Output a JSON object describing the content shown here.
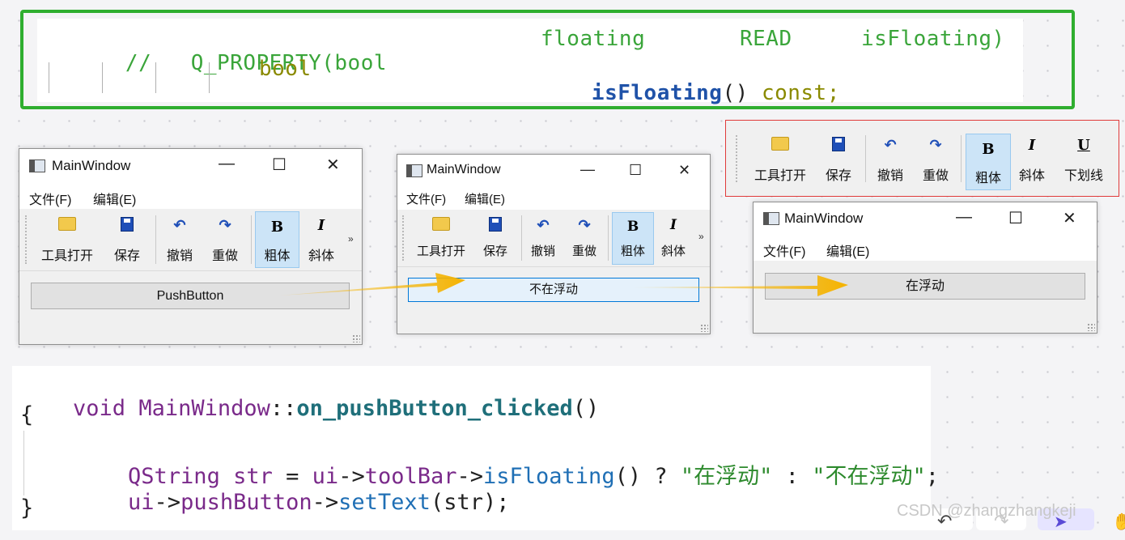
{
  "code_top": {
    "line1_comment": "//",
    "line1_macro": "Q_PROPERTY(bool",
    "line1_name": "floating",
    "line1_read": "READ",
    "line1_getter": "isFloating)",
    "line2_type": "bool",
    "line2_fn": "isFloating",
    "line2_parens": "()",
    "line2_const": "const;"
  },
  "window1": {
    "title": "MainWindow",
    "menu": [
      "文件(F)",
      "编辑(E)"
    ],
    "toolbar": [
      "工具打开",
      "保存",
      "撤销",
      "重做",
      "粗体",
      "斜体"
    ],
    "overflow": "»",
    "button": "PushButton"
  },
  "window2": {
    "title": "MainWindow",
    "menu": [
      "文件(F)",
      "编辑(E)"
    ],
    "toolbar": [
      "工具打开",
      "保存",
      "撤销",
      "重做",
      "粗体",
      "斜体"
    ],
    "overflow": "»",
    "button": "不在浮动"
  },
  "window3": {
    "title": "MainWindow",
    "menu": [
      "文件(F)",
      "编辑(E)"
    ],
    "button": "在浮动"
  },
  "floating_toolbar": {
    "items": [
      "工具打开",
      "保存",
      "撤销",
      "重做",
      "粗体",
      "斜体",
      "下划线"
    ]
  },
  "icons": {
    "bold_glyph": "B",
    "italic_glyph": "I",
    "underline_glyph": "U",
    "minimize": "—",
    "maximize": "☐",
    "close": "✕"
  },
  "code_bottom": {
    "l1_void": "void",
    "l1_class": "MainWindow",
    "l1_sep": "::",
    "l1_fn": "on_pushButton_clicked",
    "l1_parens": "()",
    "l2": "{",
    "l3_type": "QString",
    "l3_var": "str",
    "l3_eq": "=",
    "l3_ui": "ui",
    "l3_arrow1": "->",
    "l3_tb": "toolBar",
    "l3_arrow2": "->",
    "l3_fn": "isFloating",
    "l3_rest1": "() ?",
    "l3_str1": "\"在浮动\"",
    "l3_colon": ":",
    "l3_str2": "\"不在浮动\"",
    "l3_end": ";",
    "l4_ui": "ui",
    "l4_arrow1": "->",
    "l4_pb": "pushButton",
    "l4_arrow2": "->",
    "l4_fn": "setText",
    "l4_rest": "(str);",
    "l5": "}"
  },
  "watermark": "CSDN @zhangzhangkeji",
  "colors": {
    "highlight_box": "#2fae2f",
    "float_box": "#e03a3a",
    "arrow": "#f5b300"
  }
}
